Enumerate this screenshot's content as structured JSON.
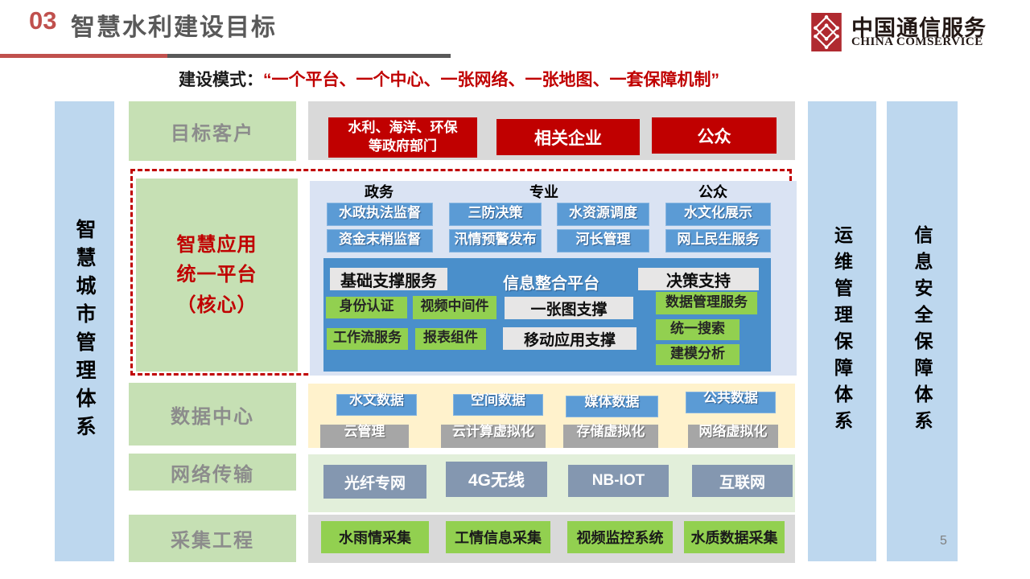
{
  "header": {
    "number": "03",
    "title": "智慧水利建设目标",
    "subtitle_prefix": "建设模式：",
    "subtitle_quote": "“一个平台、一个中心、一张网络、一张地图、一套保障机制”",
    "logo_cn": "中国通信服务",
    "logo_en": "CHINA COMSERVICE"
  },
  "sidebars": {
    "left": "智慧城市管理体系",
    "ops": "运维管理保障体系",
    "security": "信息安全保障体系"
  },
  "customers": {
    "label": "目标客户",
    "gov_lines": [
      "水利、海洋、环保",
      "等政府部门"
    ],
    "enterprise": "相关企业",
    "public": "公众"
  },
  "platform": {
    "label_lines": [
      "智慧应用",
      "统一平台",
      "（核心）"
    ],
    "headers": [
      "政务",
      "专业",
      "公众"
    ],
    "apps_row1": [
      "水政执法监督",
      "三防决策",
      "水资源调度",
      "水文化展示"
    ],
    "apps_row2": [
      "资金末梢监督",
      "汛情预警发布",
      "河长管理",
      "网上民生服务"
    ],
    "base_header": "基础支撑服务",
    "integration_header": "信息整合平台",
    "decision_header": "决策支持",
    "base_items": [
      "身份认证",
      "视频中间件",
      "工作流服务",
      "报表组件"
    ],
    "center_items": [
      "一张图支撑",
      "移动应用支撑"
    ],
    "decision_items": [
      "数据管理服务",
      "统一搜索",
      "建模分析"
    ]
  },
  "data_center": {
    "label": "数据中心",
    "data_items": [
      "水文数据",
      "空间数据",
      "媒体数据",
      "公共数据"
    ],
    "cloud_items": [
      "云管理",
      "云计算虚拟化",
      "存储虚拟化",
      "网络虚拟化"
    ]
  },
  "network": {
    "label": "网络传输",
    "items": [
      "光纤专网",
      "4G无线",
      "NB-IOT",
      "互联网"
    ]
  },
  "collection": {
    "label": "采集工程",
    "items": [
      "水雨情采集",
      "工情信息采集",
      "视频监控系统",
      "水质数据采集"
    ]
  },
  "page_number": "5",
  "colors": {
    "accent_red": "#c00000",
    "title_red": "#c0504d",
    "title_gray": "#595959",
    "bar_blue": "#bdd7ee",
    "label_green": "#c6e0b4",
    "app_blue": "#5b9bd5",
    "inner_panel_blue": "#4a8fcb",
    "outer_panel_blue": "#dae3f3",
    "cream": "#fff2cc",
    "bright_green": "#92d050",
    "net_panel_green": "#e2efda",
    "net_box_slate": "#8497b0",
    "gray_panel": "#d9d9d9",
    "cloud_gray": "#a6a6a6"
  }
}
